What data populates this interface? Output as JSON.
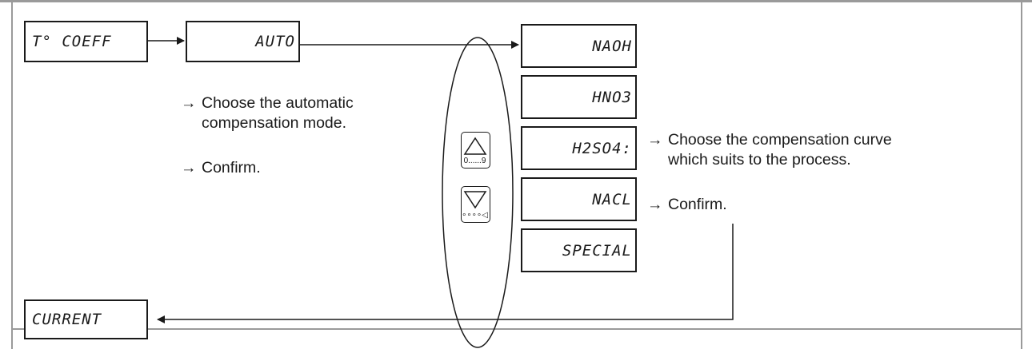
{
  "displays": {
    "t_coeff": "T° COEFF",
    "auto": "AUTO",
    "current": "CURRENT",
    "options": [
      "NAOH",
      "HNO3",
      "H2SO4:",
      "NACL",
      "SPECIAL"
    ]
  },
  "notes": {
    "arrow": "→",
    "choose_auto_line1": "Choose the automatic",
    "choose_auto_line2": "compensation mode.",
    "confirm_left": "Confirm.",
    "choose_curve_line1": "Choose the compensation curve",
    "choose_curve_line2": "which suits to the process.",
    "confirm_right": "Confirm."
  },
  "keys": {
    "up_label": "0......9",
    "up_icon": "triangle-up-icon",
    "down_icon": "triangle-down-icon",
    "down_glyph": "∘∘∘∘◁"
  }
}
